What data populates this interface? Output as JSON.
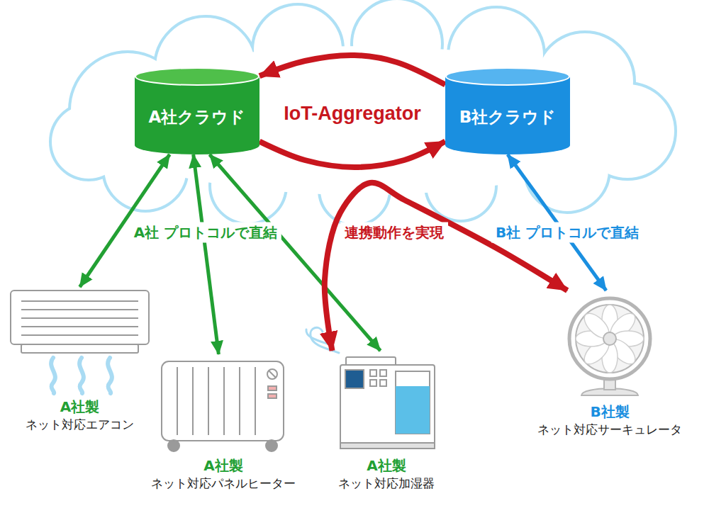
{
  "diagram": {
    "nodes": [
      {
        "text": [
          "A社クラウド"
        ]
      },
      {
        "text": [
          "B社クラウド"
        ]
      },
      {
        "text": [
          "A社製",
          "ネット対応エアコン"
        ]
      },
      {
        "text": [
          "A社製",
          "ネット対応パネルヒーター"
        ]
      },
      {
        "text": [
          "A社製",
          "ネット対応加湿器"
        ]
      },
      {
        "text": [
          "B社製",
          "ネット対応サーキュレータ"
        ]
      }
    ],
    "edges": [
      {
        "from": 1,
        "to": 0,
        "arrow": "to"
      },
      {
        "from": 0,
        "to": 1,
        "arrow": "to"
      },
      {
        "from": 0,
        "to": 2,
        "arrow": "both"
      },
      {
        "from": 0,
        "to": 3,
        "arrow": "both",
        "label": "A社 プロトコルで直結"
      },
      {
        "from": 0,
        "to": 4,
        "arrow": "both"
      },
      {
        "from": 1,
        "to": 5,
        "arrow": "both",
        "label": "B社 プロトコルで直結"
      },
      {
        "from": 4,
        "to": 5,
        "arrow": "both",
        "label": "連携動作を実現"
      }
    ],
    "labels": [
      "IoT-Aggregator"
    ]
  }
}
